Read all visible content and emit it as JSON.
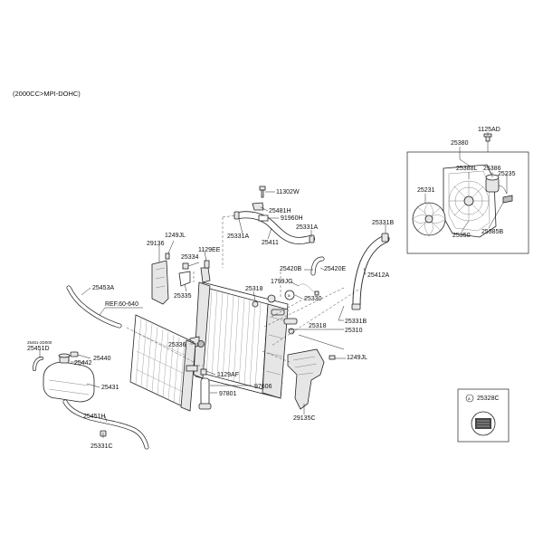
{
  "diagram": {
    "header": "(2000CC>MPI-DOHC)",
    "ref": "REF.60-640",
    "small_code": "25451-2D000",
    "circle_marker": "a",
    "callouts": [
      {
        "id": "1125AD",
        "text": "1125AD"
      },
      {
        "id": "25380",
        "text": "25380"
      },
      {
        "id": "25388L",
        "text": "25388L"
      },
      {
        "id": "25386",
        "text": "25386"
      },
      {
        "id": "25235",
        "text": "25235"
      },
      {
        "id": "25231",
        "text": "25231"
      },
      {
        "id": "25350",
        "text": "25350"
      },
      {
        "id": "25385B",
        "text": "25385B"
      },
      {
        "id": "11302W",
        "text": "11302W"
      },
      {
        "id": "25481H",
        "text": "25481H"
      },
      {
        "id": "91960H",
        "text": "91960H"
      },
      {
        "id": "25331A-1",
        "text": "25331A"
      },
      {
        "id": "25331A-2",
        "text": "25331A"
      },
      {
        "id": "25411",
        "text": "25411"
      },
      {
        "id": "25331B-1",
        "text": "25331B"
      },
      {
        "id": "25331B-2",
        "text": "25331B"
      },
      {
        "id": "1249JL-1",
        "text": "1249JL"
      },
      {
        "id": "1249JL-2",
        "text": "1249JL"
      },
      {
        "id": "29136",
        "text": "29136"
      },
      {
        "id": "1129EE",
        "text": "1129EE"
      },
      {
        "id": "25334",
        "text": "25334"
      },
      {
        "id": "25335",
        "text": "25335"
      },
      {
        "id": "25420B",
        "text": "25420B"
      },
      {
        "id": "25420E",
        "text": "25420E"
      },
      {
        "id": "25412A",
        "text": "25412A"
      },
      {
        "id": "1799JG",
        "text": "1799JG"
      },
      {
        "id": "25318-1",
        "text": "25318"
      },
      {
        "id": "25318-2",
        "text": "25318"
      },
      {
        "id": "25330",
        "text": "25330"
      },
      {
        "id": "25453A",
        "text": "25453A"
      },
      {
        "id": "25310",
        "text": "25310"
      },
      {
        "id": "25336",
        "text": "25336"
      },
      {
        "id": "25451D",
        "text": "25451D"
      },
      {
        "id": "25440",
        "text": "25440"
      },
      {
        "id": "25442",
        "text": "25442"
      },
      {
        "id": "25431",
        "text": "25431"
      },
      {
        "id": "1129AF",
        "text": "1129AF"
      },
      {
        "id": "97801",
        "text": "97801"
      },
      {
        "id": "97606",
        "text": "97606"
      },
      {
        "id": "29135C",
        "text": "29135C"
      },
      {
        "id": "25451H",
        "text": "25451H"
      },
      {
        "id": "25331C",
        "text": "25331C"
      },
      {
        "id": "25328C",
        "text": "25328C"
      }
    ]
  }
}
